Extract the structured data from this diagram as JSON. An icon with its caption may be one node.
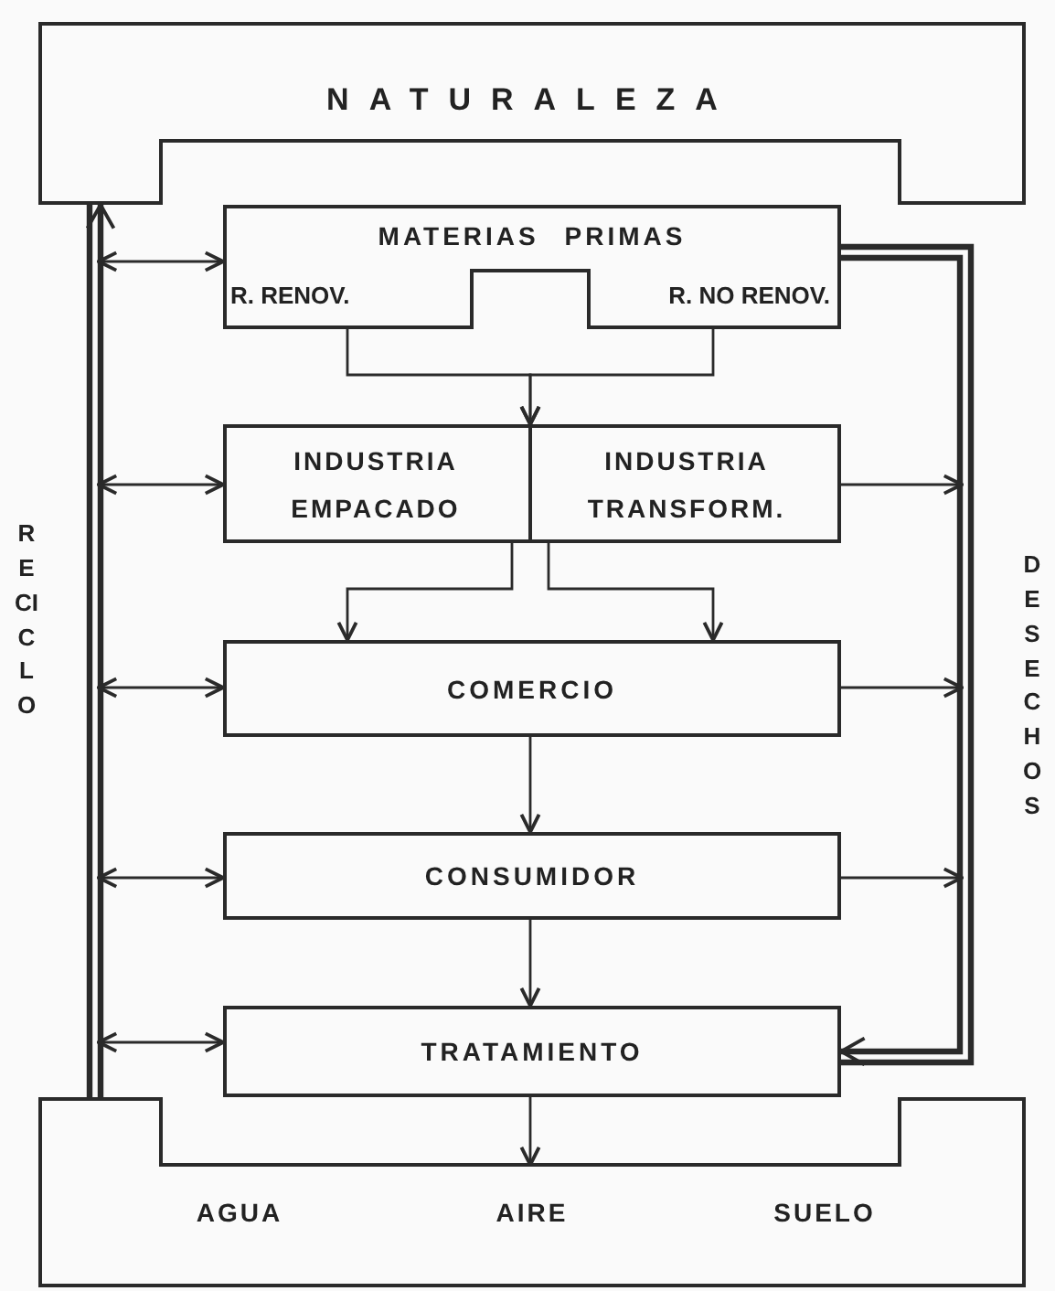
{
  "diagram": {
    "nodes": [
      {
        "text": [
          "NATURALEZA"
        ]
      },
      {
        "text": [
          "MATERIAS PRIMAS"
        ]
      },
      {
        "text": [
          "R. RENOV."
        ],
        "in": 1
      },
      {
        "text": [
          "R. NO RENOV."
        ],
        "in": 1
      },
      {
        "text": [],
        "shape": "box"
      },
      {
        "text": [
          "INDUSTRIA EMPACADO"
        ],
        "in": 4
      },
      {
        "text": [
          "INDUSTRIA TRANSFORM."
        ],
        "in": 4
      },
      {
        "text": [
          "COMERCIO"
        ]
      },
      {
        "text": [
          "CONSUMIDOR"
        ]
      },
      {
        "text": [
          "TRATAMIENTO"
        ]
      },
      {
        "text": [
          "AGUA",
          "AIRE",
          "SUELO"
        ]
      }
    ],
    "edges": [
      {
        "from": 2,
        "to": 4,
        "arrow": "to"
      },
      {
        "from": 3,
        "to": 4,
        "arrow": "to"
      },
      {
        "from": 5,
        "to": 7,
        "arrow": "to"
      },
      {
        "from": 6,
        "to": 7,
        "arrow": "to"
      },
      {
        "from": 7,
        "to": 8,
        "arrow": "to"
      },
      {
        "from": 8,
        "to": 9,
        "arrow": "to"
      },
      {
        "from": 9,
        "to": 10,
        "arrow": "to"
      },
      {
        "from": 10,
        "to": 0,
        "arrow": "to",
        "style": "thick"
      },
      {
        "from": 1,
        "to": 9,
        "arrow": "to",
        "style": "thick"
      },
      {
        "from": null,
        "to": 1,
        "arrow": "both"
      },
      {
        "from": null,
        "to": 4,
        "arrow": "both"
      },
      {
        "from": null,
        "to": 7,
        "arrow": "both"
      },
      {
        "from": null,
        "to": 8,
        "arrow": "both"
      },
      {
        "from": null,
        "to": 9,
        "arrow": "both"
      },
      {
        "from": 4,
        "to": null,
        "arrow": "to"
      },
      {
        "from": 7,
        "to": null,
        "arrow": "to"
      },
      {
        "from": 8,
        "to": null,
        "arrow": "to"
      }
    ],
    "labels": [
      "RECICLO",
      "DESECHOS"
    ]
  }
}
